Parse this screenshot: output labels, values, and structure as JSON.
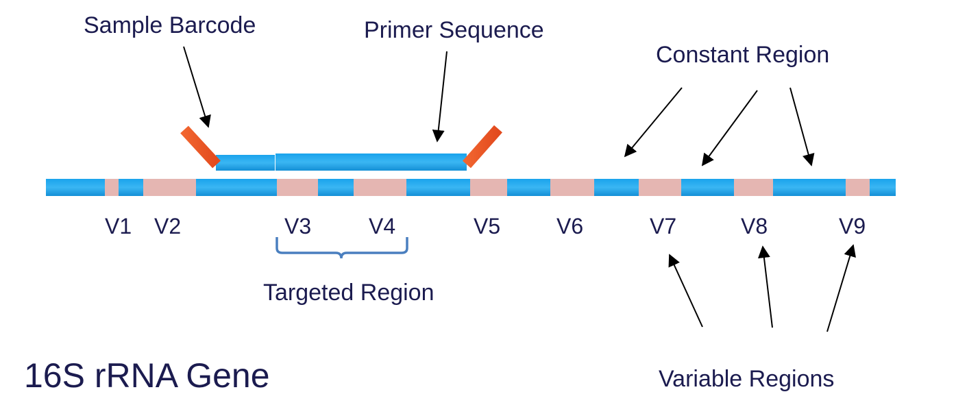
{
  "title": "16S rRNA Gene",
  "labels": {
    "sample_barcode": "Sample Barcode",
    "primer_sequence": "Primer Sequence",
    "constant_region": "Constant Region",
    "targeted_region": "Targeted Region",
    "variable_regions": "Variable Regions"
  },
  "variable_region_labels": [
    "V1",
    "V2",
    "V3",
    "V4",
    "V5",
    "V6",
    "V7",
    "V8",
    "V9"
  ],
  "colors": {
    "constant": "#1aa3ec",
    "variable": "#e5b6b2",
    "barcode": "#ee5a2a",
    "primer": "#1aa3ec",
    "text": "#1b1b4f",
    "bracket": "#4a7fbf",
    "arrow": "#000000"
  }
}
